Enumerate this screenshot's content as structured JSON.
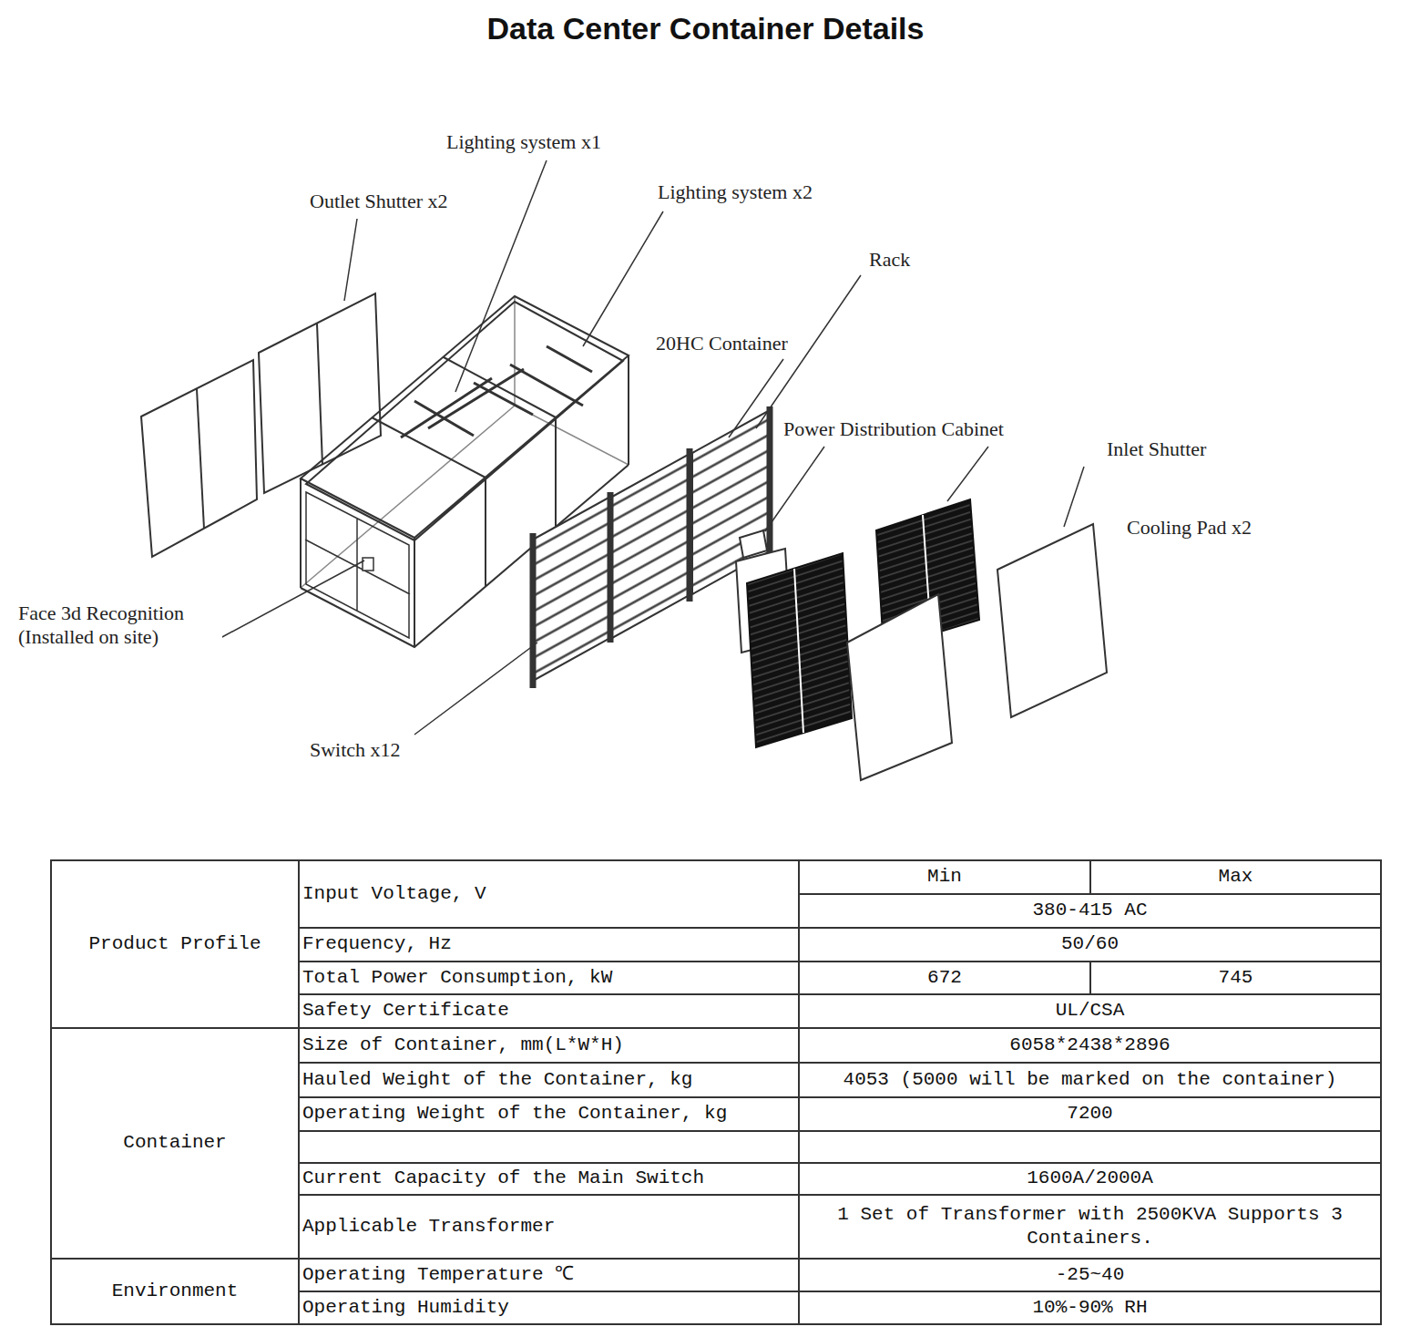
{
  "diagram": {
    "title": "Data Center Container Details",
    "labels": [
      "Lighting system x1",
      "Outlet Shutter x2",
      "Lighting system x2",
      "Rack",
      "20HC Container",
      "Power Distribution Cabinet",
      "Inlet Shutter",
      "Cooling Pad x2",
      "Face 3d Recognition (Installed on site)",
      "Switch x12",
      "Product Profile",
      "Input Voltage, V",
      "Min",
      "Max",
      "380-415 AC",
      "Frequency, Hz",
      "50/60",
      "Total Power Consumption, kW",
      "672",
      "745",
      "Safety Certificate",
      "UL/CSA",
      "Container",
      "Size of Container, mm(L*W*H)",
      "6058*2438*2896",
      "Hauled Weight of the Container, kg",
      "4053 (5000 will be marked on the container)",
      "Operating Weight of the Container, kg",
      "7200",
      "Current Capacity of the Main Switch",
      "1600A/2000A",
      "Applicable Transformer",
      "1 Set of Transformer with 2500KVA Supports 3 Containers.",
      "Environment",
      "Operating Temperature ℃",
      "-25~40",
      "Operating Humidity",
      "10%-90% RH"
    ]
  }
}
